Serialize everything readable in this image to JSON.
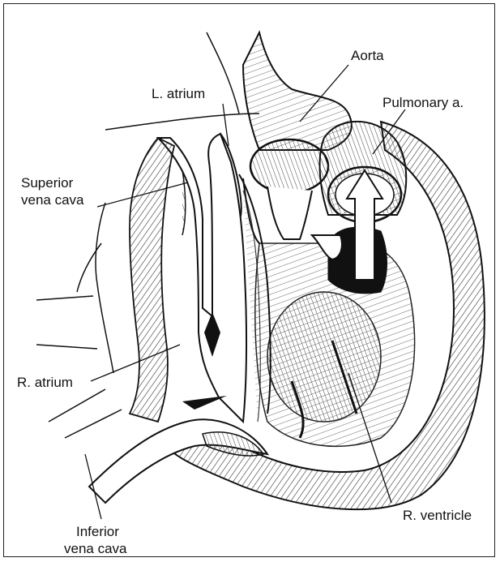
{
  "figure": {
    "labels": {
      "aorta": "Aorta",
      "left_atrium": "L. atrium",
      "pulmonary_artery": "Pulmonary a.",
      "superior_vena_cava_line1": "Superior",
      "superior_vena_cava_line2": "vena cava",
      "right_atrium": "R. atrium",
      "right_ventricle": "R. ventricle",
      "inferior_vena_cava_line1": "Inferior",
      "inferior_vena_cava_line2": "vena cava"
    }
  }
}
